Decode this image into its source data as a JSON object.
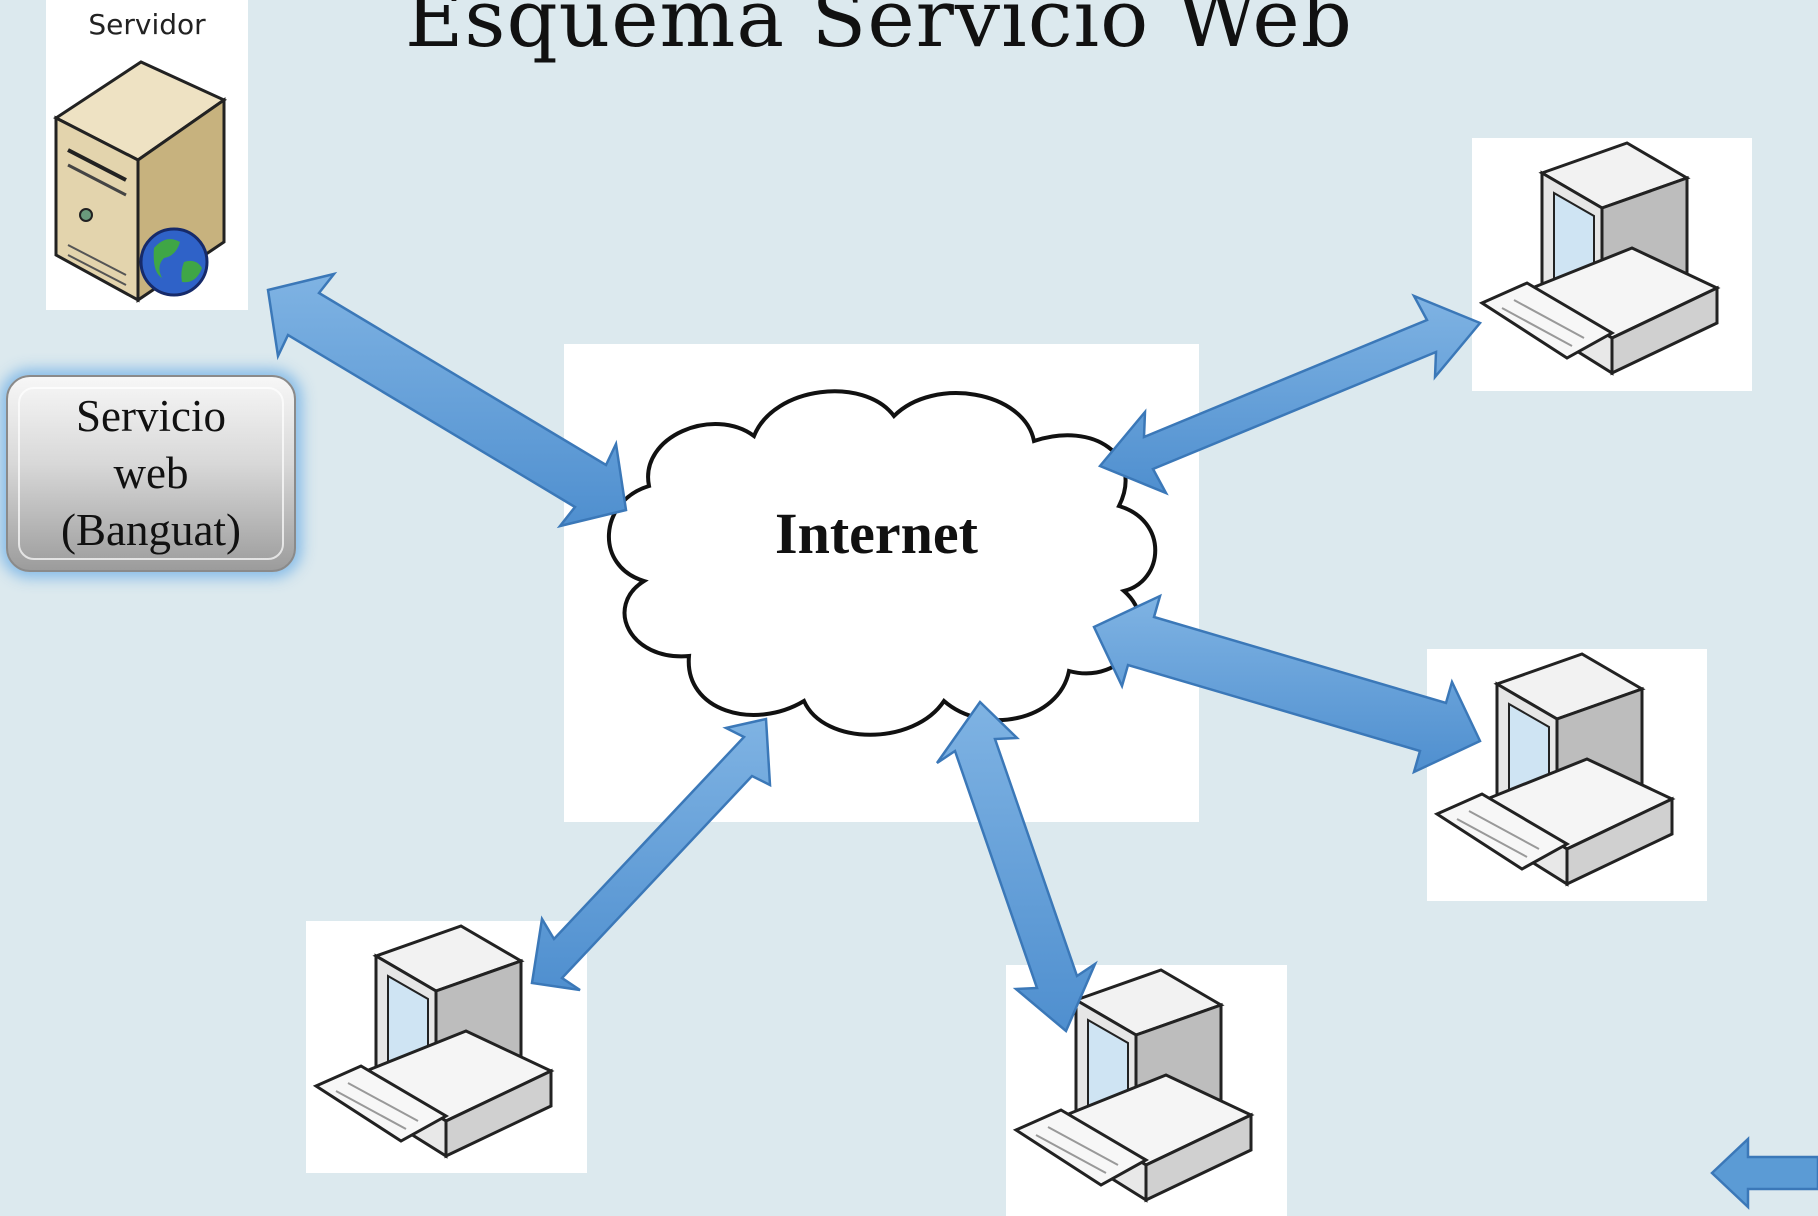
{
  "slide": {
    "title": "Esquema Servicio Web",
    "server_label": "Servidor",
    "web_service_label": "Servicio\nweb\n(Banguat)",
    "cloud_label": "Internet",
    "back_icon": "left-arrow-icon"
  },
  "colors": {
    "background": "#dce9ee",
    "arrow_fill": "#5b9bd5",
    "arrow_stroke": "#3b78b8",
    "button_glow": "#78b4e6"
  },
  "icons": [
    "server-globe-icon",
    "computer-icon",
    "cloud-icon",
    "back-arrow-icon"
  ]
}
